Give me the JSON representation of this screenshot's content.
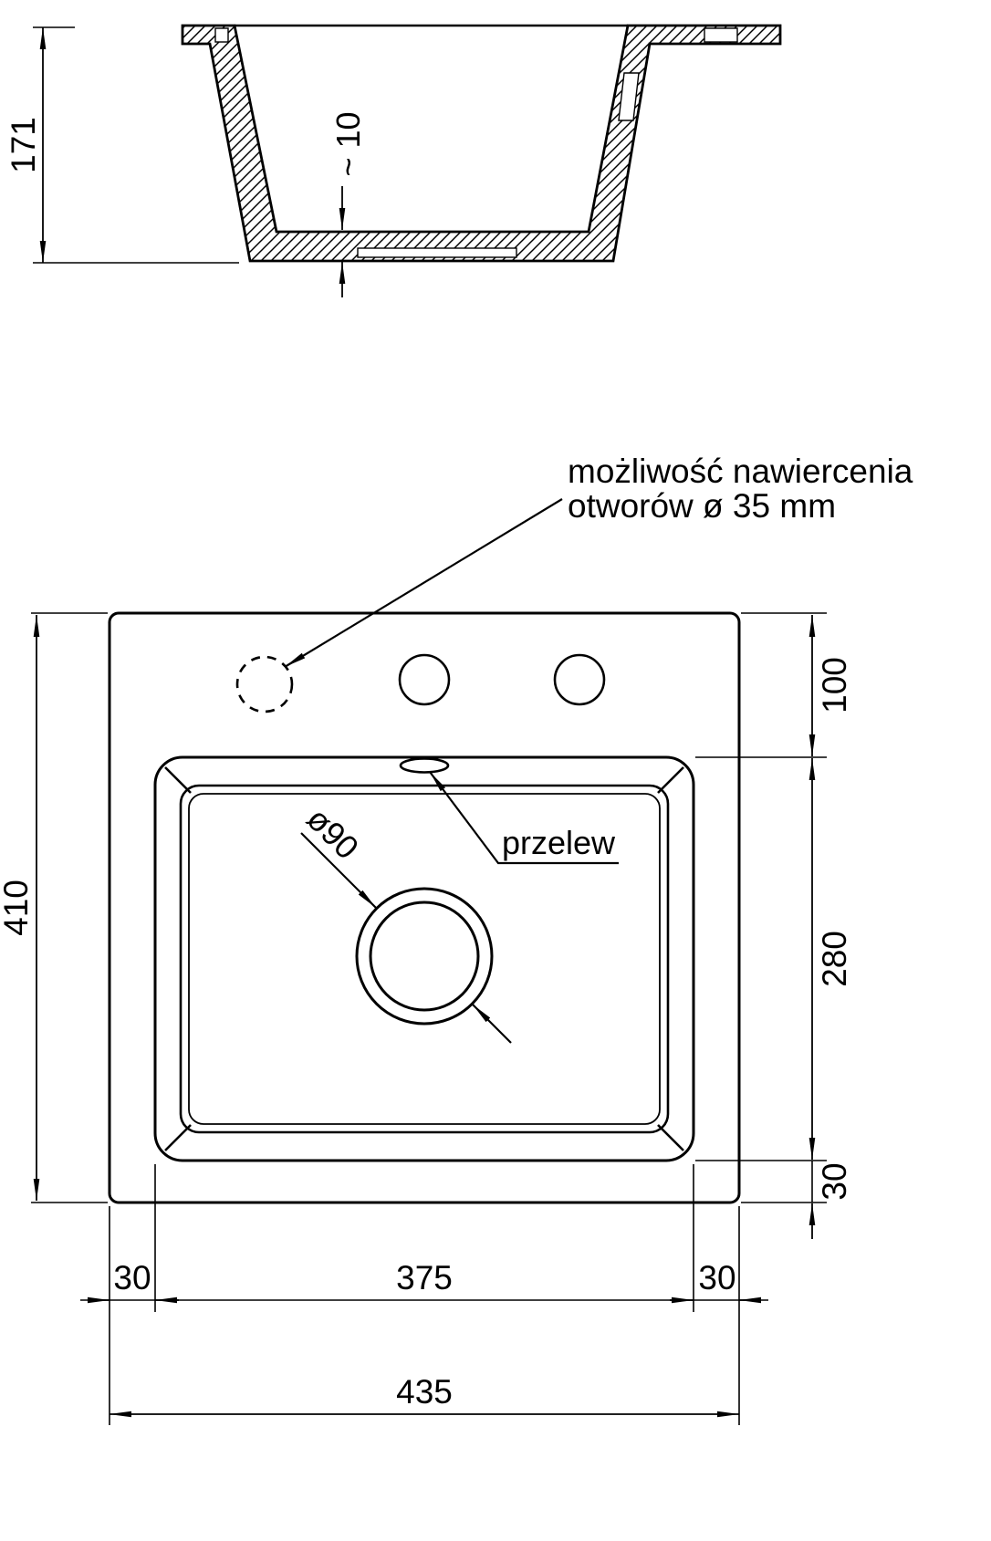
{
  "drawing": {
    "colors": {
      "line": "#000000",
      "background": "#ffffff"
    },
    "side_view": {
      "dim_height": "171",
      "dim_bottom_thickness": "~ 10"
    },
    "top_view": {
      "drill_note_line1": "możliwość nawiercenia",
      "drill_note_line2": "otworów ø 35 mm",
      "overflow_label": "przelew",
      "drain_diameter": "ø90",
      "dim_total_height": "410",
      "dim_top_offset": "100",
      "dim_bowl_length": "280",
      "dim_bottom_offset": "30",
      "dim_left_margin": "30",
      "dim_bowl_width": "375",
      "dim_right_margin": "30",
      "dim_total_width": "435"
    }
  }
}
